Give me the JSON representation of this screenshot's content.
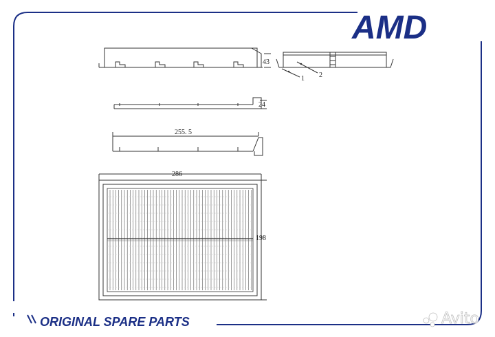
{
  "colors": {
    "brand_blue": "#1b2f86",
    "line": "#333333",
    "frame": "#1b2f86"
  },
  "logo": {
    "text": "AMD"
  },
  "footer": {
    "slogan": "ORIGINAL SPARE PARTS"
  },
  "watermark": {
    "text": "Avito"
  },
  "drawing": {
    "dims": {
      "height": "43",
      "thickness": "24",
      "inner_length": "255. 5",
      "outer_length": "286",
      "width": "198"
    },
    "callouts": {
      "one": "1",
      "two": "2"
    }
  }
}
